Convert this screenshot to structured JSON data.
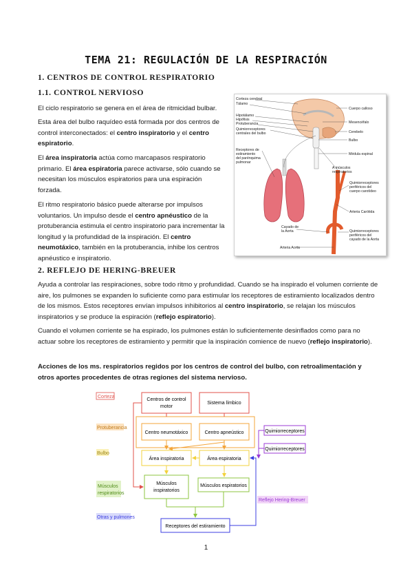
{
  "title": "TEMA 21: REGULACIÓN DE LA RESPIRACIÓN",
  "section1": {
    "heading": "1. CENTROS DE CONTROL RESPIRATORIO",
    "sub_heading": "1.1. CONTROL NERVIOSO",
    "p1": "El ciclo respiratorio se genera en el área de ritmicidad bulbar.",
    "p2": {
      "a": "Esta área del bulbo raquídeo está formada por dos centros de control interconectados: el ",
      "b": "centro inspiratorio",
      "c": " y el ",
      "d": "centro espiratorio",
      "e": "."
    },
    "p3": {
      "a": "El ",
      "b": "área inspiratoria",
      "c": " actúa como marcapasos respiratorio primario. El ",
      "d": "área espiratoria",
      "e": " parece activarse, sólo cuando se necesitan los músculos espiratorios para una espiración forzada."
    },
    "p4": {
      "a": "El ritmo respiratorio básico puede alterarse por impulsos voluntarios. Un impulso desde el ",
      "b": "centro apnéustico",
      "c": " de la protuberancia estimula el centro inspiratorio para incrementar la longitud y la profundidad de la inspiración. El ",
      "d": "centro neumotáxico",
      "e": ", también en la protuberancia, inhibe los centros apnéustico e inspiratorio."
    }
  },
  "figure_labels": {
    "corteza": "Corteza cerebral",
    "talamo": "Tálamo",
    "hipotalamo": "Hipotálamo",
    "hipofisis": "Hipófisis",
    "protuberancia": "Protuberancia",
    "quimio_centrales_1": "Quimiorreceptores",
    "quimio_centrales_2": "centrales del bulbo",
    "receptores_1": "Receptores de",
    "receptores_2": "estiramiento",
    "receptores_3": "del parénquima",
    "receptores_4": "pulmonar",
    "cuerpo_calloso": "Cuerpo calloso",
    "mesencefalo": "Mesencéfalo",
    "cerebelo": "Cerebelo",
    "bulbo": "Bulbo",
    "medula": "Médula espinal",
    "musculos_1": "A músculos",
    "musculos_2": "respiratorios",
    "quimio_carot_1": "Quimiorreceptores",
    "quimio_carot_2": "periféricos del",
    "quimio_carot_3": "cuerpo carotídeo",
    "arteria_carotida": "Arteria Carótida",
    "cayado_1": "Cayado de",
    "cayado_2": "la Aorta",
    "quimio_aorta_1": "Quimiorreceptores",
    "quimio_aorta_2": "periféricos del",
    "quimio_aorta_3": "cayado de la Aorta",
    "arteria_aorta": "Arteria Aorta"
  },
  "section2": {
    "heading": "2. REFLEJO DE HERING-BREUER",
    "p1": {
      "a": "Ayuda a controlar las respiraciones, sobre todo ritmo y profundidad. Cuando se ha inspirado el volumen corriente de aire, los pulmones se expanden lo suficiente como para estimular los receptores de estiramiento localizados dentro de los mismos. Estos receptores envían impulsos inhibitorios al ",
      "b": "centro inspiratorio",
      "c": ", se relajan los músculos inspiratorios y se produce la espiración (",
      "d": "reflejo espiratorio",
      "e": ")."
    },
    "p2": {
      "a": "Cuando el volumen corriente se ha espirado, los pulmones están lo suficientemente desinflados como para no actuar sobre los receptores de estiramiento y permitir que la inspiración comience de nuevo (",
      "b": "reflejo inspiratorio",
      "c": ")."
    },
    "p3": "Acciones de los ms. respiratorios regidos por los centros de control del bulbo, con retroalimentación y otros aportes procedentes de otras regiones del sistema nervioso."
  },
  "diagram": {
    "side_corteza": "Corteza",
    "side_protuberancia": "Protuberancia",
    "side_bulbo": "Bulbo",
    "side_musculos_1": "Músculos",
    "side_musculos_2": "respiratorios",
    "side_otras": "Otras y pulmones",
    "box_motor_1": "Centros de control",
    "box_motor_2": "motor",
    "box_limbico": "Sistema límbico",
    "box_neumotaxico": "Centro neumotáxico",
    "box_apneustico": "Centro apneústico",
    "box_area_insp": "Área inspiratoria",
    "box_area_esp": "Área espiratoria",
    "box_ms_insp_1": "Músculos",
    "box_ms_insp_2": "inspiratorios",
    "box_ms_esp": "Músculos espiratorios",
    "box_receptores": "Receptores del estiramiento",
    "box_quimio_ext": "Quimiorreceptores",
    "box_quimio": "Quimiorreceptores",
    "reflejo": "Reflejo Hering-Breuer"
  },
  "page_number": "1",
  "colors": {
    "red": "#e0504a",
    "orange": "#f3a43a",
    "yellow": "#f2d23c",
    "green": "#8cc63f",
    "blue": "#3b3de0",
    "purple": "#9b3bd6"
  }
}
